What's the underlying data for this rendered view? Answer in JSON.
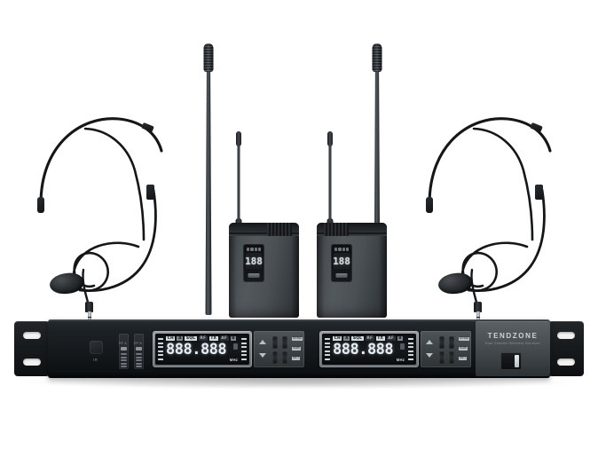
{
  "product": {
    "brand": "TENDZONE",
    "subtitle": "Dual Channel Wireless Receiver",
    "type": "wireless-microphone-system-product-photo",
    "background_color": "#ffffff"
  },
  "receiver": {
    "name": "rack-receiver",
    "form_factor": "1U rack mount",
    "ir_label": "IR",
    "rf_meters": [
      {
        "label": "RF A"
      },
      {
        "label": "RF B"
      }
    ],
    "channels": [
      {
        "id": "channel-a",
        "display_value": "888.888",
        "display_unit": "MHz",
        "tags": [
          "CH",
          "A",
          "SQL",
          "RF",
          "TX",
          "AF",
          "B"
        ],
        "buttons": [
          "SYNC",
          "SUB",
          "SET"
        ],
        "arrow_up": "▲",
        "arrow_down": "▼"
      },
      {
        "id": "channel-b",
        "display_value": "888.888",
        "display_unit": "MHz",
        "tags": [
          "CH",
          "A",
          "SQL",
          "RF",
          "TX",
          "AF",
          "B"
        ],
        "buttons": [
          "SYNC",
          "SUB",
          "SET"
        ],
        "arrow_up": "▲",
        "arrow_down": "▼"
      }
    ],
    "power_switch": {
      "label": "",
      "state": "rocker"
    },
    "rack_ears": [
      {
        "side": "left",
        "slots": 2
      },
      {
        "side": "right",
        "slots": 2
      }
    ]
  },
  "antennas": {
    "receiver_antennas": [
      {
        "id": "antenna-left",
        "style": "tall-tapered"
      },
      {
        "id": "antenna-right",
        "style": "tall-tapered"
      }
    ]
  },
  "bodypacks": [
    {
      "id": "bodypack-left",
      "display_value": "188",
      "antenna": "whip",
      "button_label": ""
    },
    {
      "id": "bodypack-right",
      "display_value": "188",
      "antenna": "whip",
      "button_label": ""
    }
  ],
  "headsets": [
    {
      "id": "headset-left",
      "connector": "3.5mm TRS",
      "mic": "foam windscreen boom"
    },
    {
      "id": "headset-right",
      "connector": "3.5mm TRS",
      "mic": "foam windscreen boom"
    }
  ],
  "colors": {
    "body_dark": "#1b1f22",
    "body_mid": "#4a4f54",
    "plate_gray": "#7c8185",
    "lcd_text": "#e8edf1",
    "brand_text": "#cdd2d6"
  }
}
